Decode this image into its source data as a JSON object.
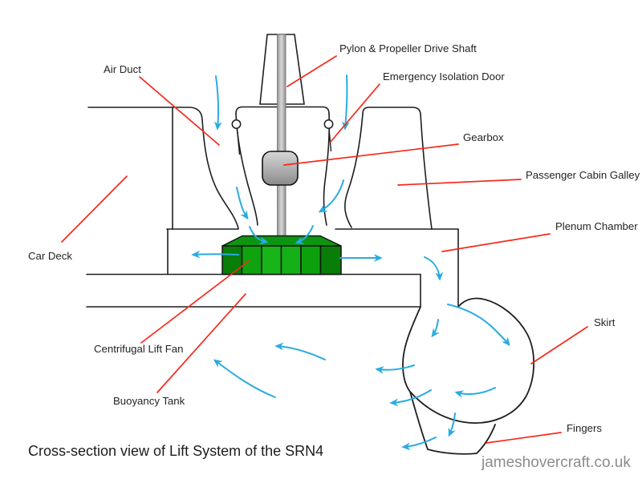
{
  "diagram": {
    "caption": "Cross-section view of Lift System of the SRN4",
    "watermark": "jameshovercraft.co.uk",
    "labels": {
      "air_duct": "Air Duct",
      "pylon": "Pylon & Propeller Drive Shaft",
      "emergency_door": "Emergency Isolation Door",
      "gearbox": "Gearbox",
      "passenger_cabin": "Passenger Cabin Galley",
      "plenum_chamber": "Plenum Chamber",
      "car_deck": "Car Deck",
      "skirt": "Skirt",
      "lift_fan": "Centrifugal Lift Fan",
      "buoyancy_tank": "Buoyancy Tank",
      "fingers": "Fingers"
    },
    "colors": {
      "structure_line": "#1e1e1e",
      "leader_line": "#f5291b",
      "airflow_arrow": "#29abe2",
      "fan_green": "#12a812",
      "gearbox_gray": "#aaaaaa",
      "watermark_gray": "#8c8c8c"
    }
  }
}
